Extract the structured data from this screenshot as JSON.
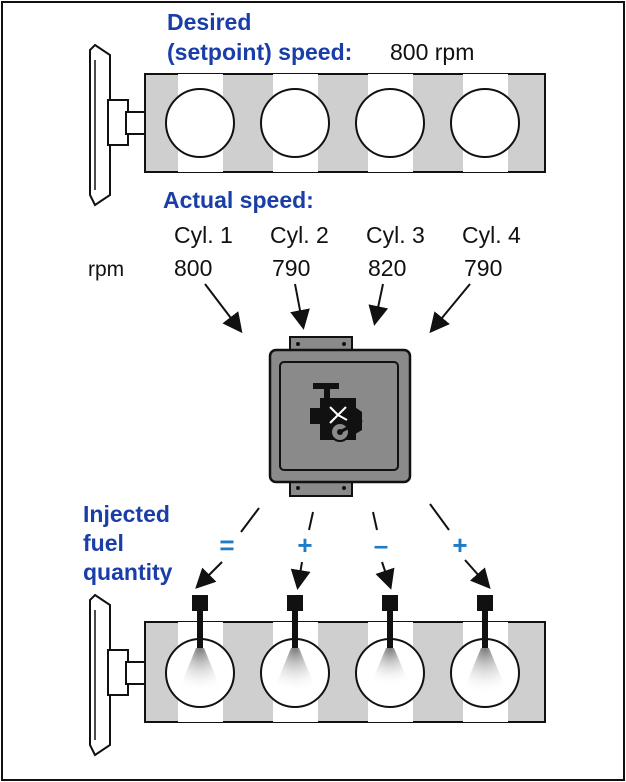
{
  "desired": {
    "line1": "Desired",
    "line2": "(setpoint) speed:",
    "value": "800 rpm"
  },
  "actual": {
    "heading": "Actual speed:",
    "unit": "rpm",
    "cylinders": [
      {
        "label": "Cyl. 1",
        "rpm": "800"
      },
      {
        "label": "Cyl. 2",
        "rpm": "790"
      },
      {
        "label": "Cyl. 3",
        "rpm": "820"
      },
      {
        "label": "Cyl. 4",
        "rpm": "790"
      }
    ]
  },
  "injected": {
    "line1": "Injected",
    "line2": "fuel",
    "line3": "quantity",
    "signs": [
      "=",
      "+",
      "–",
      "+"
    ]
  },
  "colors": {
    "heading_blue": "#1a3ea8",
    "sign_blue": "#1f7bc4",
    "block_gray": "#cfcfcf",
    "ecu_gray": "#8a8a8a"
  }
}
